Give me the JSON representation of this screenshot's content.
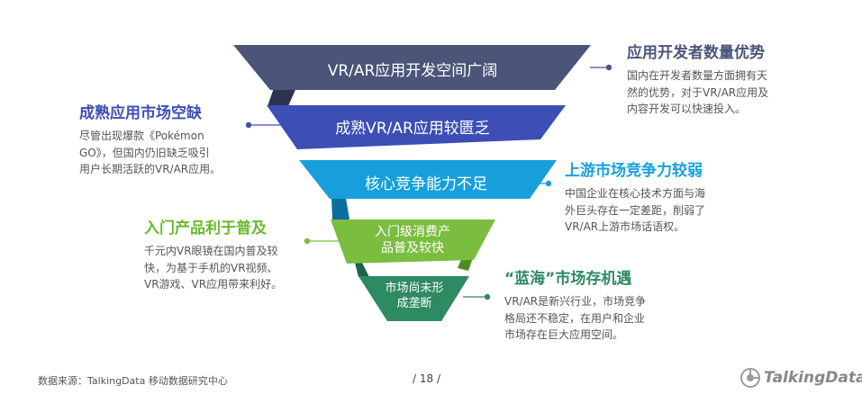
{
  "layers": [
    {
      "text": "VR/AR应用开发空间广阔",
      "color": "#4a5578"
    },
    {
      "text": "成熟VR/AR应用较匮乏",
      "color": "#3d4fb5"
    },
    {
      "text": "核心竞争能力不足",
      "color": "#179fdc"
    },
    {
      "lines": [
        "入门级消费产",
        "品普及较快"
      ],
      "color": "#7bbd3f"
    },
    {
      "lines": [
        "市场尚未形",
        "成垄断"
      ],
      "color": "#2e8a62"
    }
  ],
  "notes": [
    {
      "title": "应用开发者数量优势",
      "text": "国内在开发者数量方面拥有天\n然的优势，对于VR/AR应用及\n内容开发可以快速投入。",
      "color": "#4a5578"
    },
    {
      "title": "成熟应用市场空缺",
      "text": "尽管出现爆款《Pokémon\nGO》，但国内仍旧缺乏吸引\n用户长期活跃的VR/AR应用。",
      "color": "#3d4fb5"
    },
    {
      "title": "上游市场竞争力较弱",
      "text": "中国企业在核心技术方面与海\n外巨头存在一定差距，削弱了\nVR/AR上游市场话语权。",
      "color": "#179fdc"
    },
    {
      "title": "入门产品利于普及",
      "text": "千元内VR眼镜在国内普及较\n快，为基于手机的VR视频、\nVR游戏、VR应用带来利好。",
      "color": "#6ab82e"
    },
    {
      "title": "“蓝海”市场存机遇",
      "text": "VR/AR是新兴行业，市场竞争\n格局还不稳定，在用户和企业\n市场存在巨大应用空间。",
      "color": "#2e8a62"
    }
  ],
  "footer": {
    "source": "数据来源：TalkingData 移动数据研究中心",
    "page": "/  18  /",
    "brand": "TalkingData"
  }
}
